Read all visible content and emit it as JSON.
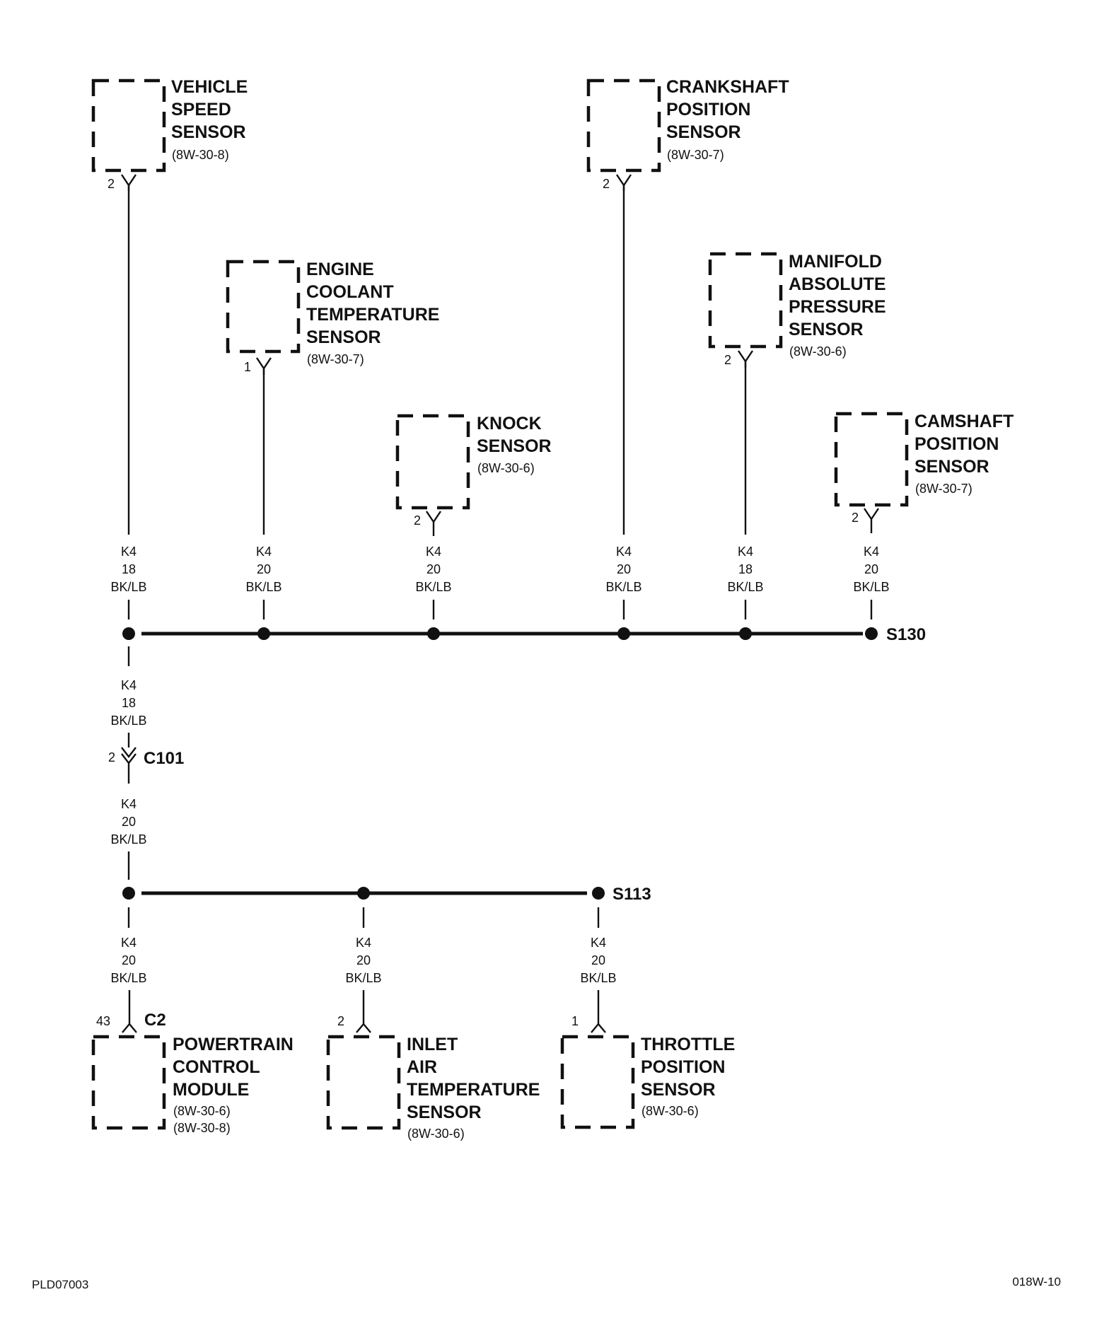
{
  "components": [
    {
      "id": "vss",
      "lines": [
        "VEHICLE",
        "SPEED",
        "SENSOR"
      ],
      "ref": [
        "(8W-30-8)"
      ],
      "pin": "2"
    },
    {
      "id": "ckp",
      "lines": [
        "CRANKSHAFT",
        "POSITION",
        "SENSOR"
      ],
      "ref": [
        "(8W-30-7)"
      ],
      "pin": "2"
    },
    {
      "id": "ect",
      "lines": [
        "ENGINE",
        "COOLANT",
        "TEMPERATURE",
        "SENSOR"
      ],
      "ref": [
        "(8W-30-7)"
      ],
      "pin": "1"
    },
    {
      "id": "map",
      "lines": [
        "MANIFOLD",
        "ABSOLUTE",
        "PRESSURE",
        "SENSOR"
      ],
      "ref": [
        "(8W-30-6)"
      ],
      "pin": "2"
    },
    {
      "id": "knock",
      "lines": [
        "KNOCK",
        "SENSOR"
      ],
      "ref": [
        "(8W-30-6)"
      ],
      "pin": "2"
    },
    {
      "id": "cmp",
      "lines": [
        "CAMSHAFT",
        "POSITION",
        "SENSOR"
      ],
      "ref": [
        "(8W-30-7)"
      ],
      "pin": "2"
    },
    {
      "id": "pcm",
      "lines": [
        "POWERTRAIN",
        "CONTROL",
        "MODULE"
      ],
      "ref": [
        "(8W-30-6)",
        "(8W-30-8)"
      ],
      "pin": "43",
      "connector": "C2"
    },
    {
      "id": "iat",
      "lines": [
        "INLET",
        "AIR",
        "TEMPERATURE",
        "SENSOR"
      ],
      "ref": [
        "(8W-30-6)"
      ],
      "pin": "2"
    },
    {
      "id": "tps",
      "lines": [
        "THROTTLE",
        "POSITION",
        "SENSOR"
      ],
      "ref": [
        "(8W-30-6)"
      ],
      "pin": "1"
    }
  ],
  "wire_labels": [
    {
      "id": "w-vss",
      "circuit": "K4",
      "gauge": "18",
      "color": "BK/LB"
    },
    {
      "id": "w-ect",
      "circuit": "K4",
      "gauge": "20",
      "color": "BK/LB"
    },
    {
      "id": "w-knock",
      "circuit": "K4",
      "gauge": "20",
      "color": "BK/LB"
    },
    {
      "id": "w-ckp",
      "circuit": "K4",
      "gauge": "20",
      "color": "BK/LB"
    },
    {
      "id": "w-map",
      "circuit": "K4",
      "gauge": "18",
      "color": "BK/LB"
    },
    {
      "id": "w-cmp",
      "circuit": "K4",
      "gauge": "20",
      "color": "BK/LB"
    },
    {
      "id": "w-trunk-upper",
      "circuit": "K4",
      "gauge": "18",
      "color": "BK/LB"
    },
    {
      "id": "w-trunk-lower",
      "circuit": "K4",
      "gauge": "20",
      "color": "BK/LB"
    },
    {
      "id": "w-pcm",
      "circuit": "K4",
      "gauge": "20",
      "color": "BK/LB"
    },
    {
      "id": "w-iat",
      "circuit": "K4",
      "gauge": "20",
      "color": "BK/LB"
    },
    {
      "id": "w-tps",
      "circuit": "K4",
      "gauge": "20",
      "color": "BK/LB"
    }
  ],
  "splices": {
    "upper": "S130",
    "lower": "S113"
  },
  "inline_connector": {
    "name": "C101",
    "pin": "2"
  },
  "footer": {
    "left": "PLD07003",
    "right": "018W-10"
  }
}
